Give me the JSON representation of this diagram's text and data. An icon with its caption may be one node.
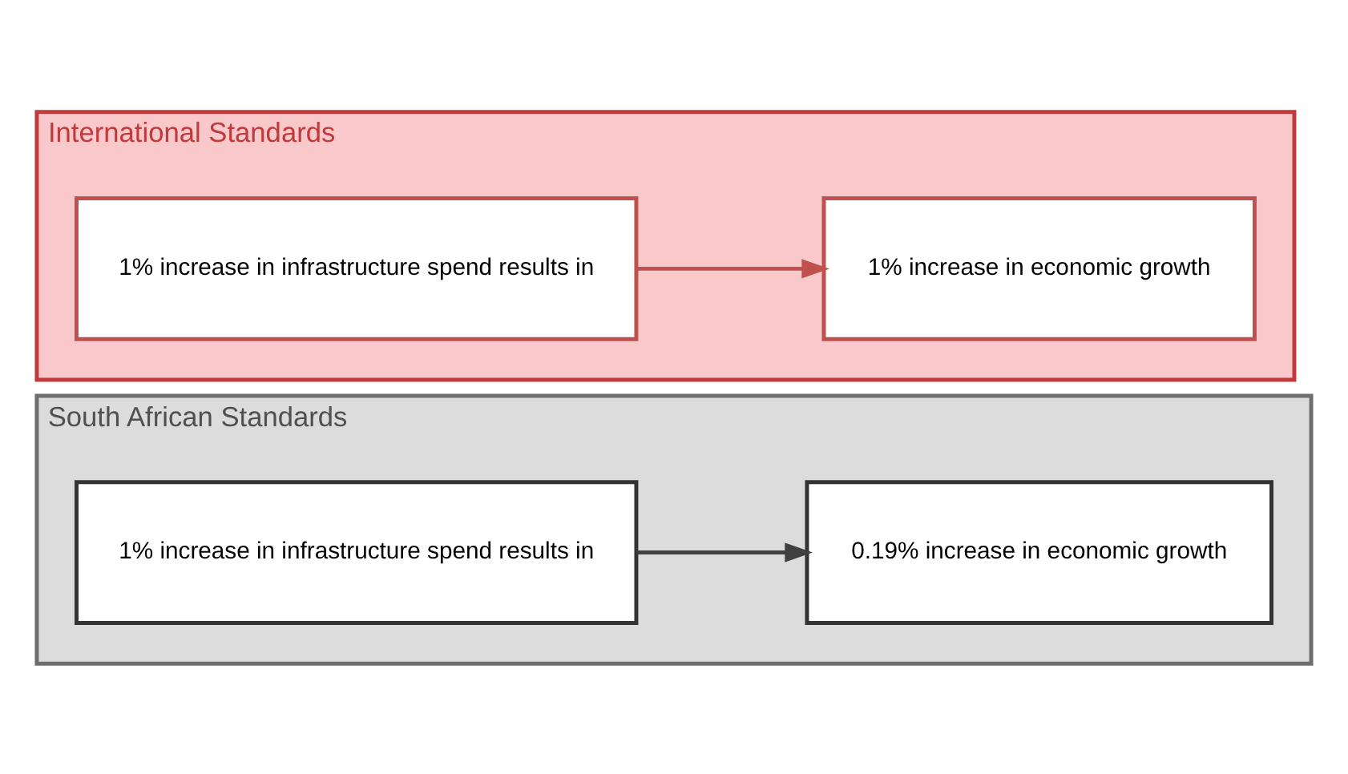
{
  "diagram": {
    "nodes": [
      {
        "text": [
          "International Standards"
        ]
      },
      {
        "text": [
          "1% increase in infrastructure spend results in"
        ],
        "in": 0
      },
      {
        "text": [
          "1% increase in economic growth"
        ],
        "in": 0
      },
      {
        "text": [
          "South African Standards"
        ]
      },
      {
        "text": [
          "1% increase in infrastructure spend results in"
        ],
        "in": 3
      },
      {
        "text": [
          "0.19% increase in economic growth"
        ],
        "in": 3
      }
    ],
    "edges": [
      {
        "from": 1,
        "to": 2,
        "arrow": "to",
        "color": "#c0504d"
      },
      {
        "from": 4,
        "to": 5,
        "arrow": "to",
        "color": "#404040"
      }
    ]
  }
}
